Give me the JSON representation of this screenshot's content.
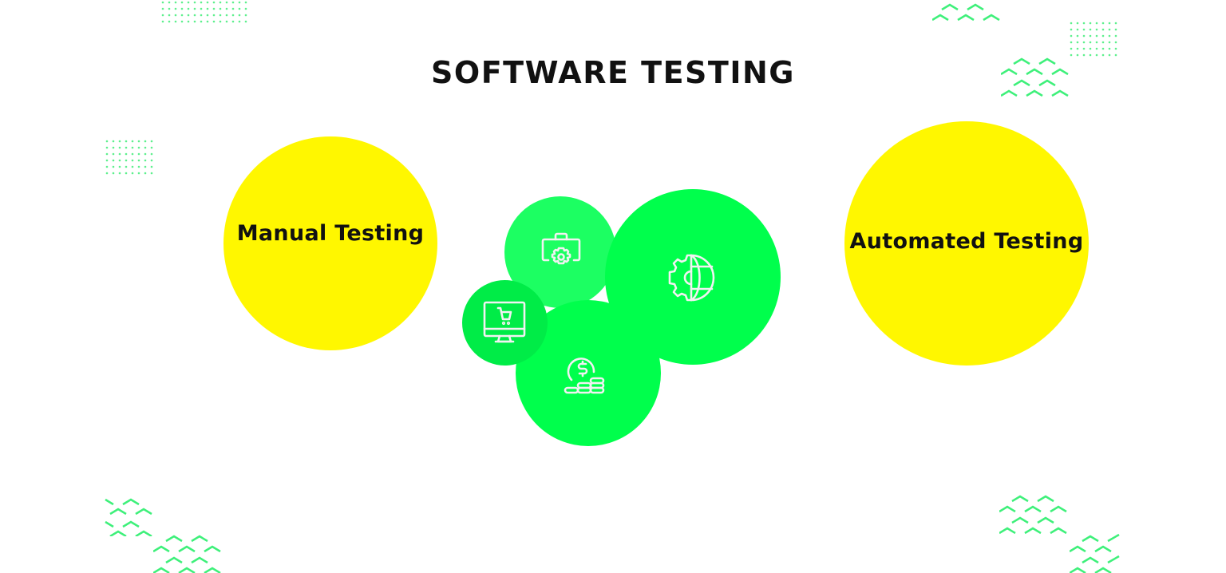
{
  "title": "SOFTWARE TESTING",
  "colors": {
    "yellow": "#fff700",
    "green_main": "#00ff4c",
    "green_light": "#1cff62",
    "green_dark": "#00ec47",
    "decor_green": "#3ef07a",
    "icon_stroke": "#f2f2f2",
    "text": "#111111"
  },
  "categories": [
    {
      "id": "manual",
      "label": "Manual Testing"
    },
    {
      "id": "automated",
      "label": "Automated Testing"
    }
  ],
  "bubbles": [
    {
      "id": "briefcase",
      "icon": "briefcase-gear-icon"
    },
    {
      "id": "globe",
      "icon": "gear-globe-icon"
    },
    {
      "id": "monitor",
      "icon": "monitor-cart-icon"
    },
    {
      "id": "coins",
      "icon": "dollar-coins-icon"
    }
  ]
}
